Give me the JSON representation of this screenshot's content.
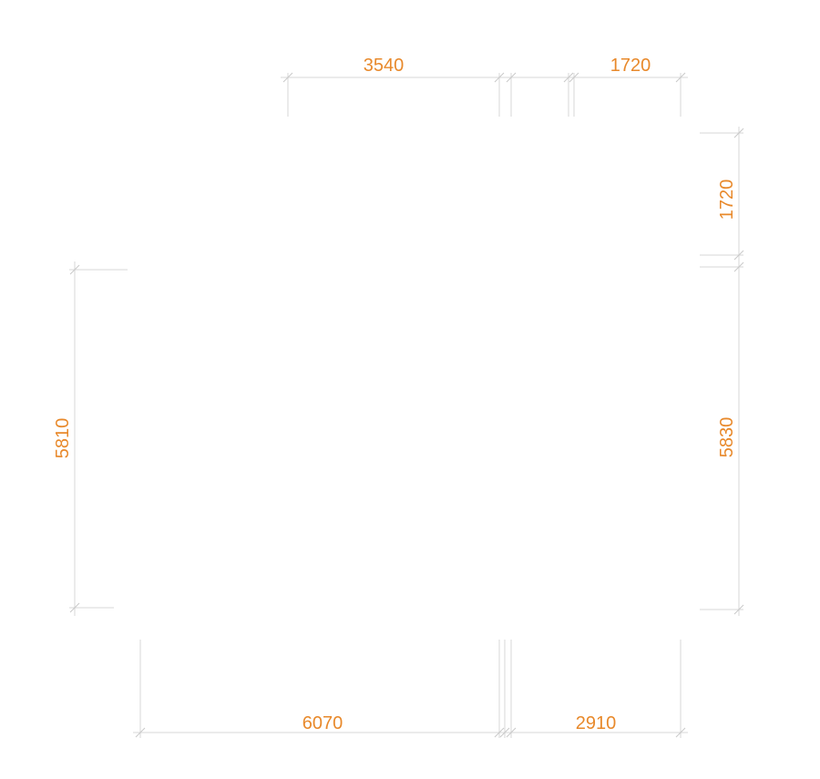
{
  "dimensions": {
    "top": {
      "left_span": "3540",
      "right_span": "1720"
    },
    "right": {
      "upper_span": "1720",
      "lower_span": "5830"
    },
    "left": {
      "span": "5810"
    },
    "bottom": {
      "left_span": "6070",
      "right_span": "2910"
    }
  },
  "colors": {
    "dimension_text": "#e8892b",
    "dimension_lines": "#d7d7d7"
  }
}
